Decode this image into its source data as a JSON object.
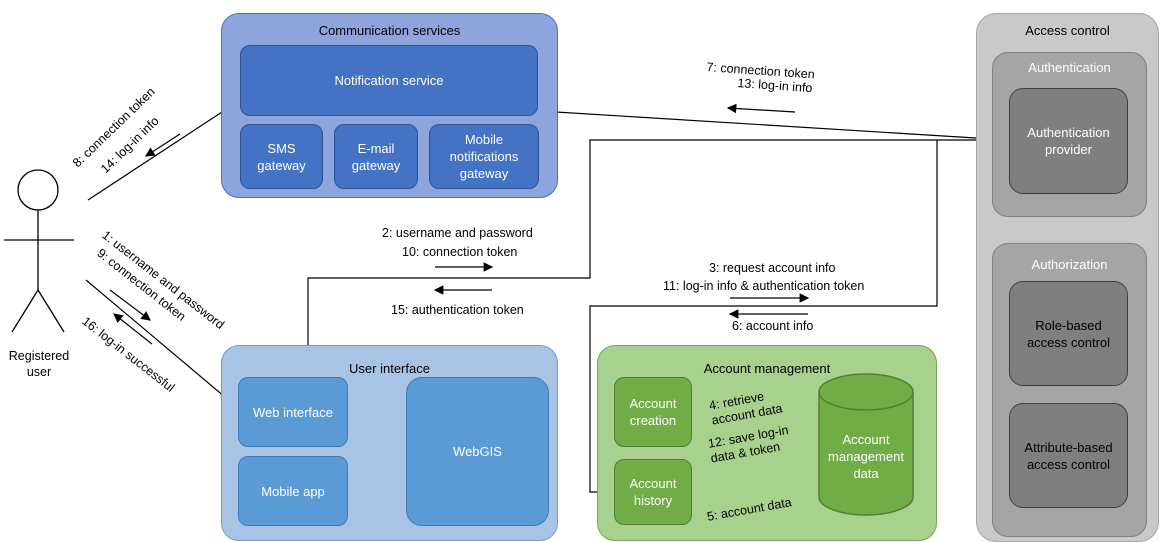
{
  "communication": {
    "title": "Communication services",
    "notification": "Notification service",
    "sms": "SMS\ngateway",
    "email": "E-mail\ngateway",
    "mobile_notif": "Mobile\nnotifications\ngateway"
  },
  "user_interface": {
    "title": "User interface",
    "web": "Web interface",
    "mobile": "Mobile app",
    "webgis": "WebGIS"
  },
  "account_mgmt": {
    "title": "Account management",
    "creation": "Account\ncreation",
    "history": "Account\nhistory",
    "data": "Account\nmanagement\ndata"
  },
  "access": {
    "title": "Access control",
    "authn_title": "Authentication",
    "authn_provider": "Authentication\nprovider",
    "authz_title": "Authorization",
    "role": "Role-based\naccess control",
    "attr": "Attribute-based\naccess control"
  },
  "user": {
    "label": "Registered\nuser"
  },
  "labels": {
    "l1": "1: username and password",
    "l9": "9: connection token",
    "l16": "16: log-in successful",
    "l8": "8: connection token",
    "l14": "14: log-in info",
    "l2": "2: username and password",
    "l10": "10: connection token",
    "l15": "15: authentication token",
    "l7": "7: connection token",
    "l13": "13: log-in info",
    "l3": "3: request account info",
    "l11": "11: log-in info & authentication token",
    "l6": "6: account info",
    "l4": "4: retrieve\naccount data",
    "l12": "12: save log-in\ndata & token",
    "l5": "5: account data"
  }
}
